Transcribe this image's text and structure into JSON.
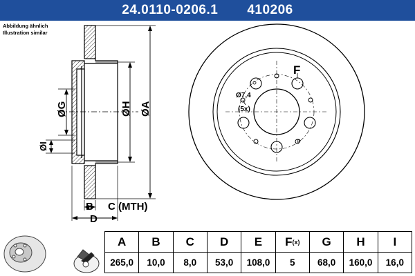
{
  "header": {
    "part_number": "24.0110-0206.1",
    "ref_number": "410206"
  },
  "note": {
    "line1": "Abbildung ähnlich",
    "line2": "Illustration similar"
  },
  "dimension_labels": {
    "a": "ØA",
    "h": "ØH",
    "g": "ØG",
    "i": "ØI",
    "b": "B",
    "c": "C (MTH)",
    "d": "D",
    "f": "F",
    "bolt": "Ø7,4",
    "bolt_count": "(5x)"
  },
  "colors": {
    "header_bg": "#1f4f9c",
    "header_text": "#ffffff",
    "line": "#000000"
  },
  "specs": {
    "headers": [
      "A",
      "B",
      "C",
      "D",
      "E",
      "F",
      "G",
      "H",
      "I"
    ],
    "f_suffix": "(x)",
    "values": [
      "265,0",
      "10,0",
      "8,0",
      "53,0",
      "108,0",
      "5",
      "68,0",
      "160,0",
      "16,0"
    ]
  }
}
